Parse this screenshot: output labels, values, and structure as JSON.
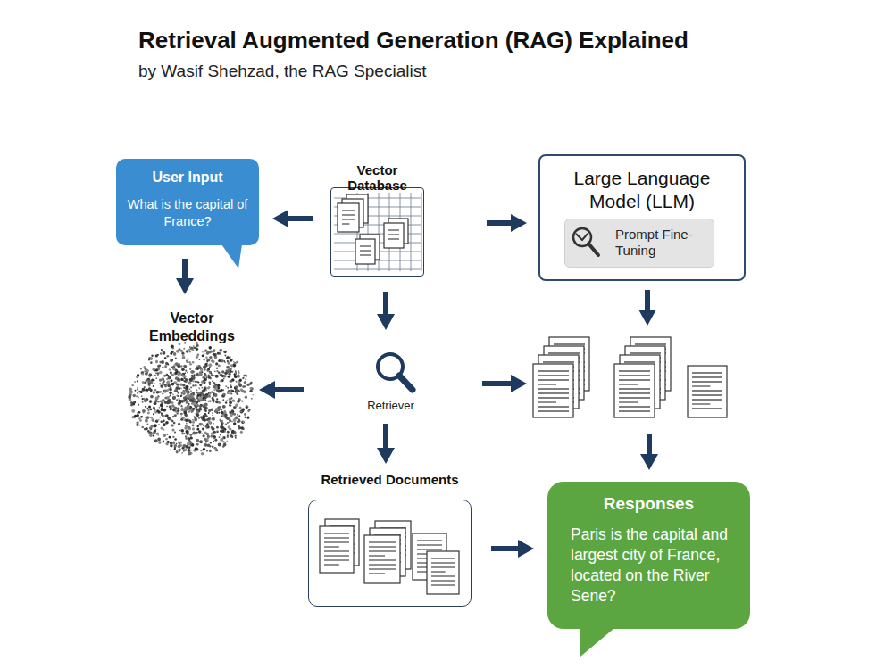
{
  "diagram": {
    "title": "Retrieval Augmented Generation (RAG) Explained",
    "nodes": [
      {
        "text": [
          "User Input",
          "What is the capital of France?"
        ]
      },
      {
        "text": [
          "Vector Database"
        ]
      },
      {
        "text": [
          "Large Language Model (LLM)"
        ]
      },
      {
        "text": [
          "Prompt Fine-Tuning"
        ],
        "in": 2
      },
      {
        "text": [
          "Vector Embeddings"
        ]
      },
      {
        "text": [
          "Retriever"
        ]
      },
      {
        "text": [
          "Retrieved Documents"
        ]
      },
      {
        "text": [
          "Responses",
          "Paris is the capital and largest city of France, located on the River Sene?"
        ]
      }
    ],
    "edges": [
      {
        "from": 1,
        "to": 0,
        "arrow": "to"
      },
      {
        "from": 1,
        "to": 2,
        "arrow": "to"
      },
      {
        "from": 0,
        "to": 4,
        "arrow": "to"
      },
      {
        "from": 1,
        "to": 5,
        "arrow": "to"
      },
      {
        "from": 5,
        "to": 4,
        "arrow": "to"
      },
      {
        "from": 5,
        "to": 6,
        "arrow": "to"
      },
      {
        "from": 6,
        "to": 7,
        "arrow": "to"
      }
    ],
    "labels": [
      "by Wasif Shehzad, the RAG Specialist"
    ]
  }
}
